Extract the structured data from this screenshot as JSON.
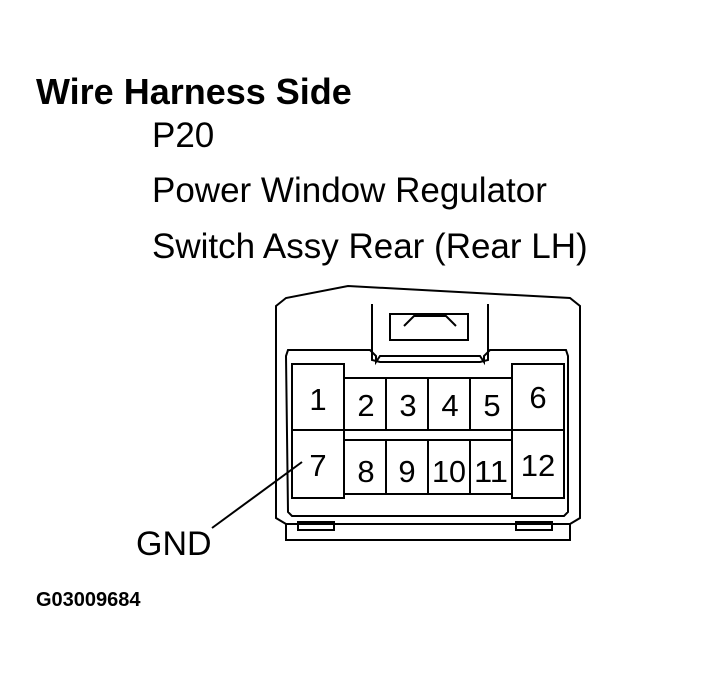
{
  "title": "Wire Harness Side",
  "connector": {
    "id": "P20",
    "name_line1": "Power Window Regulator",
    "name_line2": "Switch Assy Rear (Rear LH)"
  },
  "pins": [
    "1",
    "2",
    "3",
    "4",
    "5",
    "6",
    "7",
    "8",
    "9",
    "10",
    "11",
    "12"
  ],
  "callout": {
    "label": "GND"
  },
  "figure_code": "G03009684"
}
